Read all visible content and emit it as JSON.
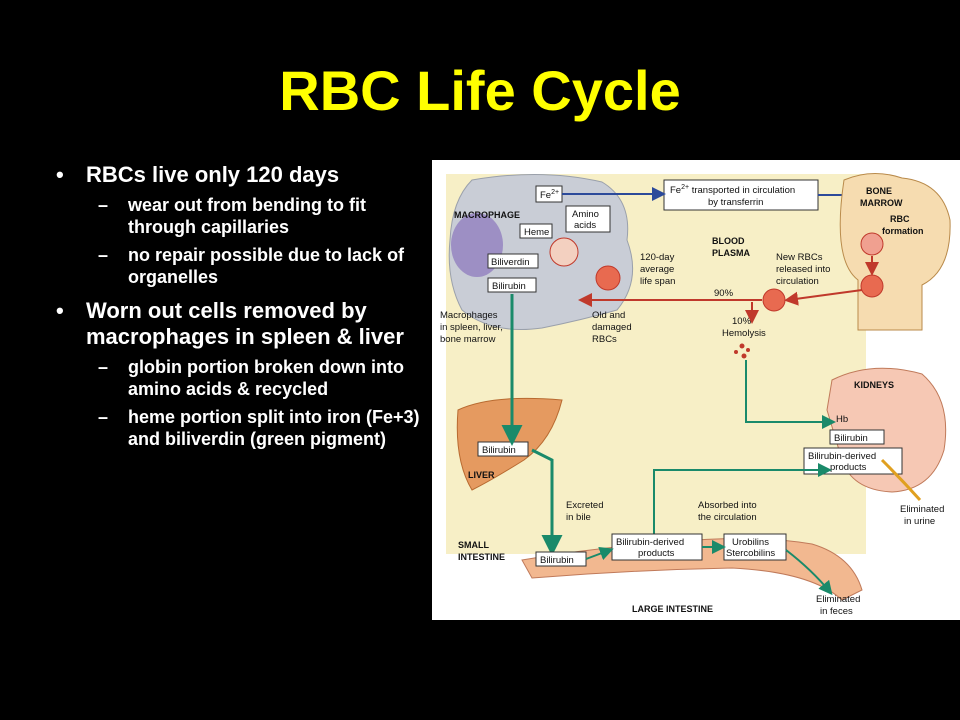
{
  "slide": {
    "title": "RBC Life Cycle",
    "bullets": [
      {
        "text": "RBCs live only 120 days",
        "sub": [
          "wear out from bending to fit through capillaries",
          "no repair possible due to lack of organelles"
        ]
      },
      {
        "text": "Worn out cells removed by macrophages in spleen & liver",
        "sub": [
          "globin portion broken down into amino acids & recycled",
          "heme portion split into iron (Fe+3) and biliverdin (green pigment)"
        ]
      }
    ]
  },
  "diagram": {
    "macrophage": "MACROPHAGE",
    "fe": "Fe",
    "fe_sup": "2+",
    "amino_acids_1": "Amino",
    "amino_acids_2": "acids",
    "heme": "Heme",
    "biliverdin": "Biliverdin",
    "bilirubin": "Bilirubin",
    "macro_note": [
      "Macrophages",
      "in spleen, liver,",
      "bone marrow"
    ],
    "transport_1a": "Fe",
    "transport_1b": " transported in circulation",
    "transport_2": "by transferrin",
    "bone_marrow_1": "BONE",
    "bone_marrow_2": "MARROW",
    "rbc_formation_1": "RBC",
    "rbc_formation_2": "formation",
    "blood_plasma_1": "BLOOD",
    "blood_plasma_2": "PLASMA",
    "lifespan": [
      "120-day",
      "average",
      "life span"
    ],
    "new_rbcs": [
      "New RBCs",
      "released into",
      "circulation"
    ],
    "pct90": "90%",
    "old_rbcs": [
      "Old and",
      "damaged",
      "RBCs"
    ],
    "hemolysis": [
      "10%",
      "Hemolysis"
    ],
    "kidneys": "KIDNEYS",
    "hb": "Hb",
    "kidney_bilirubin": "Bilirubin",
    "kidney_derived_1": "Bilirubin-derived",
    "kidney_derived_2": "products",
    "eliminated_urine_1": "Eliminated",
    "eliminated_urine_2": "in urine",
    "liver": "LIVER",
    "liver_bilirubin": "Bilirubin",
    "excreted_1": "Excreted",
    "excreted_2": "in bile",
    "absorbed_1": "Absorbed into",
    "absorbed_2": "the circulation",
    "small_intestine_1": "SMALL",
    "small_intestine_2": "INTESTINE",
    "intestine_bilirubin": "Bilirubin",
    "intestine_derived_1": "Bilirubin-derived",
    "intestine_derived_2": "products",
    "urobilins": "Urobilins",
    "stercobilins": "Stercobilins",
    "large_intestine": "LARGE INTESTINE",
    "eliminated_feces_1": "Eliminated",
    "eliminated_feces_2": "in feces"
  }
}
